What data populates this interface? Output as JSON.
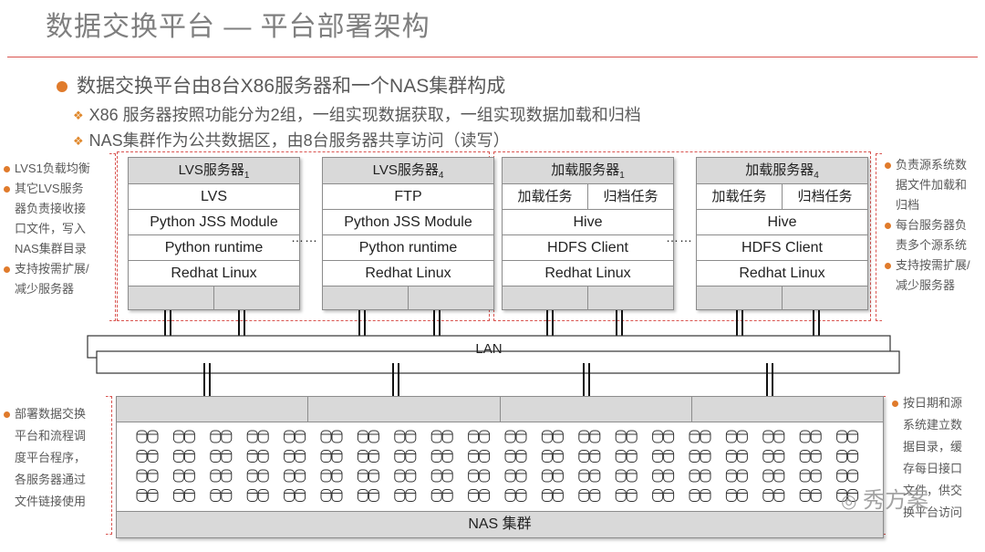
{
  "title": "数据交换平台 — 平台部署架构",
  "bullets": {
    "main": "数据交换平台由8台X86服务器和一个NAS集群构成",
    "sub1": "X86 服务器按照功能分为2组，一组实现数据获取，一组实现数据加载和归档",
    "sub2": "NAS集群作为公共数据区，由8台服务器共享访问（读写）"
  },
  "left_notes": {
    "top": [
      "LVS1负载均衡",
      "其它LVS服务",
      "器负责接收接",
      "口文件，写入",
      "NAS集群目录",
      "支持按需扩展/",
      "减少服务器"
    ],
    "bottom": [
      "部署数据交换",
      "平台和流程调",
      "度平台程序，",
      "各服务器通过",
      "文件链接使用"
    ]
  },
  "right_notes": {
    "top": [
      "负责源系统数",
      "据文件加载和",
      "归档",
      "每台服务器负",
      "责多个源系统",
      "支持按需扩展/",
      "减少服务器"
    ],
    "bottom": [
      "按日期和源",
      "系统建立数",
      "据目录，缓",
      "存每日接口",
      "文件，供交",
      "换平台访问"
    ]
  },
  "servers": [
    {
      "name": "LVS服务器",
      "sub": "1",
      "rows": [
        "LVS",
        "Python JSS Module",
        "Python runtime",
        "Redhat Linux"
      ]
    },
    {
      "name": "LVS服务器",
      "sub": "4",
      "rows": [
        "FTP",
        "Python JSS Module",
        "Python runtime",
        "Redhat Linux"
      ]
    },
    {
      "name": "加载服务器",
      "sub": "1",
      "split": [
        "加载任务",
        "归档任务"
      ],
      "rows": [
        "Hive",
        "HDFS Client",
        "Redhat Linux"
      ]
    },
    {
      "name": "加载服务器",
      "sub": "4",
      "split": [
        "加载任务",
        "归档任务"
      ],
      "rows": [
        "Hive",
        "HDFS Client",
        "Redhat Linux"
      ]
    }
  ],
  "ellipsis": "……",
  "lan_label": "LAN",
  "nas_label": "NAS 集群",
  "watermark": "秀方案",
  "colors": {
    "accent": "#e07b2c",
    "dashed": "#d9534f",
    "box_fill": "#d9d9d9",
    "title": "#7f7f7f"
  }
}
